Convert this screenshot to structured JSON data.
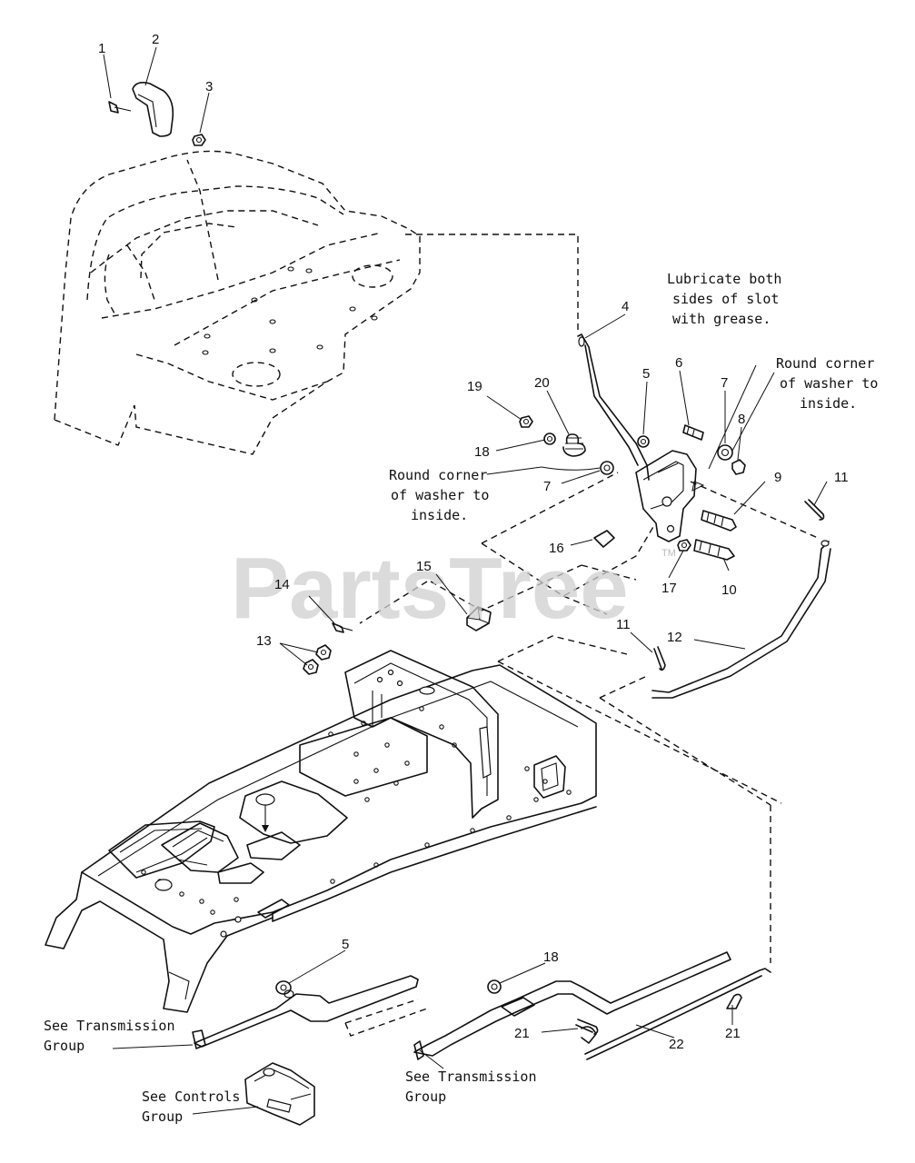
{
  "watermark": {
    "text": "PartsTree",
    "trademark": "TM"
  },
  "callouts": [
    {
      "id": "c1",
      "text": "1"
    },
    {
      "id": "c2",
      "text": "2"
    },
    {
      "id": "c3",
      "text": "3"
    },
    {
      "id": "c4",
      "text": "4"
    },
    {
      "id": "c5a",
      "text": "5"
    },
    {
      "id": "c6",
      "text": "6"
    },
    {
      "id": "c7a",
      "text": "7"
    },
    {
      "id": "c8",
      "text": "8"
    },
    {
      "id": "c7b",
      "text": "7"
    },
    {
      "id": "c9",
      "text": "9"
    },
    {
      "id": "c11a",
      "text": "11"
    },
    {
      "id": "c19",
      "text": "19"
    },
    {
      "id": "c20",
      "text": "20"
    },
    {
      "id": "c18a",
      "text": "18"
    },
    {
      "id": "c16",
      "text": "16"
    },
    {
      "id": "c17",
      "text": "17"
    },
    {
      "id": "c10",
      "text": "10"
    },
    {
      "id": "c15",
      "text": "15"
    },
    {
      "id": "c14",
      "text": "14"
    },
    {
      "id": "c13",
      "text": "13"
    },
    {
      "id": "c11b",
      "text": "11"
    },
    {
      "id": "c12",
      "text": "12"
    },
    {
      "id": "c5b",
      "text": "5"
    },
    {
      "id": "c18b",
      "text": "18"
    },
    {
      "id": "c21a",
      "text": "21"
    },
    {
      "id": "c22",
      "text": "22"
    },
    {
      "id": "c21b",
      "text": "21"
    }
  ],
  "notes": {
    "lubricate": [
      "Lubricate both",
      "sides of slot",
      "with grease."
    ],
    "round_corner_right": [
      "Round corner",
      "of washer to",
      "inside."
    ],
    "round_corner_left": [
      "Round corner",
      "of washer to",
      "inside."
    ],
    "see_transmission_left": [
      "See Transmission",
      "Group"
    ],
    "see_controls": [
      "See Controls",
      "Group"
    ],
    "see_transmission_center": [
      "See Transmission",
      "Group"
    ]
  }
}
